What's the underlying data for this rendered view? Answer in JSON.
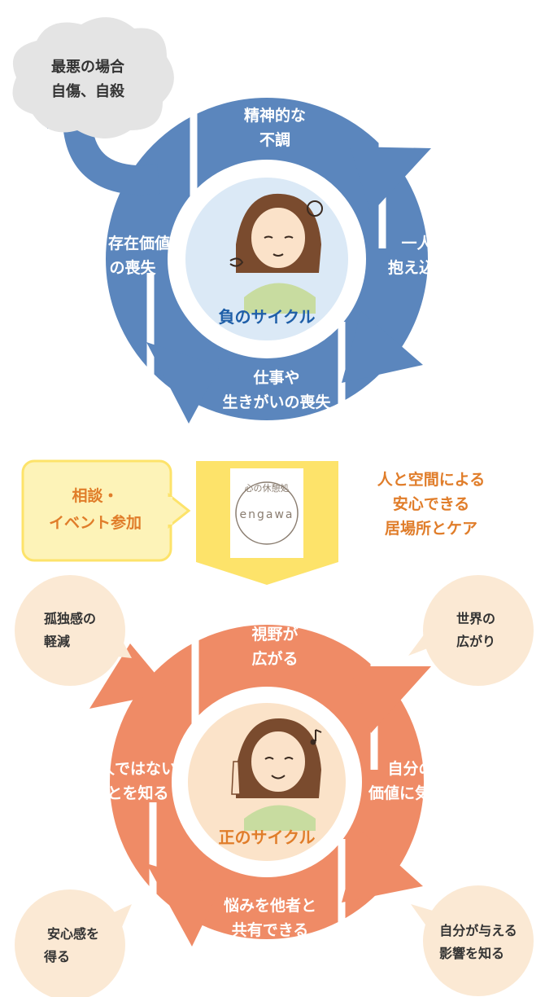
{
  "negative_cycle": {
    "title": "負のサイクル",
    "steps": [
      {
        "line1": "精神的な",
        "line2": "不調"
      },
      {
        "line1": "一人で",
        "line2": "抱え込む"
      },
      {
        "line1": "仕事や",
        "line2": "生きがいの喪失"
      },
      {
        "line1": "存在価値",
        "line2": "の喪失"
      }
    ],
    "worst_case": {
      "line1": "最悪の場合",
      "line2": "自傷、自殺"
    }
  },
  "intervention": {
    "bubble": {
      "line1": "相談・",
      "line2": "イベント参加"
    },
    "logo": {
      "line1": "心の休憩処",
      "line2": "engawa"
    },
    "care": {
      "line1": "人と空間による",
      "line2": "安心できる",
      "line3": "居場所とケア"
    }
  },
  "positive_cycle": {
    "title": "正のサイクル",
    "steps": [
      {
        "line1": "視野が",
        "line2": "広がる"
      },
      {
        "line1": "自分の",
        "line2": "価値に気づく"
      },
      {
        "line1": "悩みを他者と",
        "line2": "共有できる"
      },
      {
        "line1": "一人ではない",
        "line2": "ことを知る"
      }
    ],
    "benefits": [
      {
        "line1": "孤独感の",
        "line2": "軽減"
      },
      {
        "line1": "世界の",
        "line2": "広がり"
      },
      {
        "line1": "安心感を",
        "line2": "得る"
      },
      {
        "line1": "自分が与える",
        "line2": "影響を知る"
      }
    ]
  },
  "colors": {
    "negative_arrow": "#5b86bd",
    "negative_center": "#dbe9f6",
    "positive_arrow": "#ef8b66",
    "positive_center": "#fbe3c9",
    "benefit_bubble": "#fbe9d4",
    "cloud": "#e4e4e4",
    "yellow": "#fde36a",
    "bubble_fill": "#fdf3b8",
    "orange_text": "#e07d2a"
  }
}
